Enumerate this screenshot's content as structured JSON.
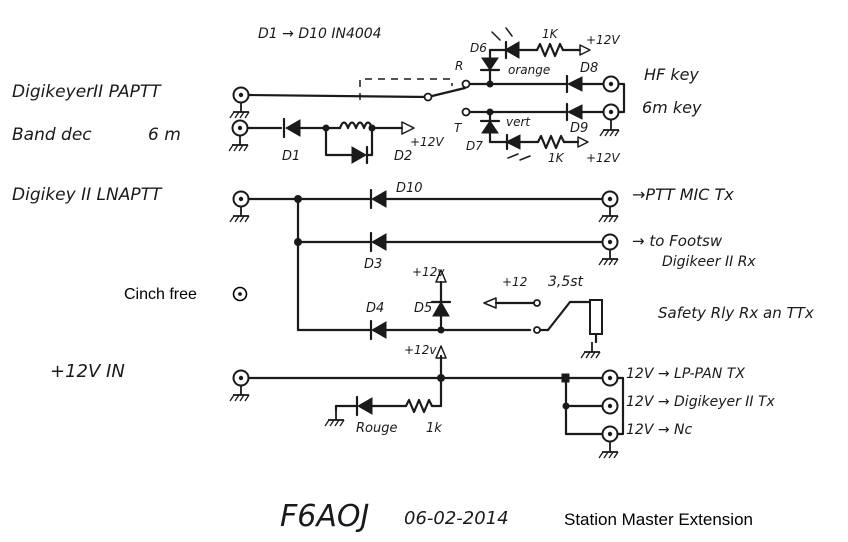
{
  "notes": {
    "diode_range": "D1 → D10 IN4004",
    "callsign": "F6AOJ",
    "date": "06-02-2014",
    "title": "Station Master Extension",
    "cinch_free": "Cinch free"
  },
  "inputs": {
    "digikeyer_paptt": "DigikeyerII   PAPTT",
    "band_dec": "Band dec",
    "band_value": "6 m",
    "digikey_lnaptt": "Digikey II  LNAPTT",
    "supply_in": "+12V  IN"
  },
  "outputs": {
    "hf_key": "HF key",
    "m6_key": "6m key",
    "ptt_mic": "→PTT MIC Tx",
    "footsw": "→ to Footsw",
    "digikeyer_rx": "Digikeer II  Rx",
    "safety_rly": "Safety Rly Rx an TTx",
    "lppan": "12V → LP-PAN  TX",
    "digikeyer_tx": "12V → Digikeyer II Tx",
    "nc": "12V → Nc"
  },
  "components": {
    "d1": "D1",
    "d2": "D2",
    "d3": "D3",
    "d4": "D4",
    "d5": "D5",
    "d6": "D6",
    "d7": "D7",
    "d8": "D8",
    "d9": "D9",
    "d10": "D10",
    "relay_r": "R",
    "relay_t": "T",
    "orange": "orange",
    "vert": "vert",
    "rouge": "Rouge",
    "r1k_top": "1K",
    "r1k_mid": "1K",
    "r1k_bot": "1k",
    "v12_top": "+12V",
    "v12_mid": "+12V",
    "v12_coil": "+12V",
    "v12_d5": "+12v",
    "v12_sw": "+12",
    "v12_bus": "+12v",
    "switch_label": "3,5st"
  }
}
